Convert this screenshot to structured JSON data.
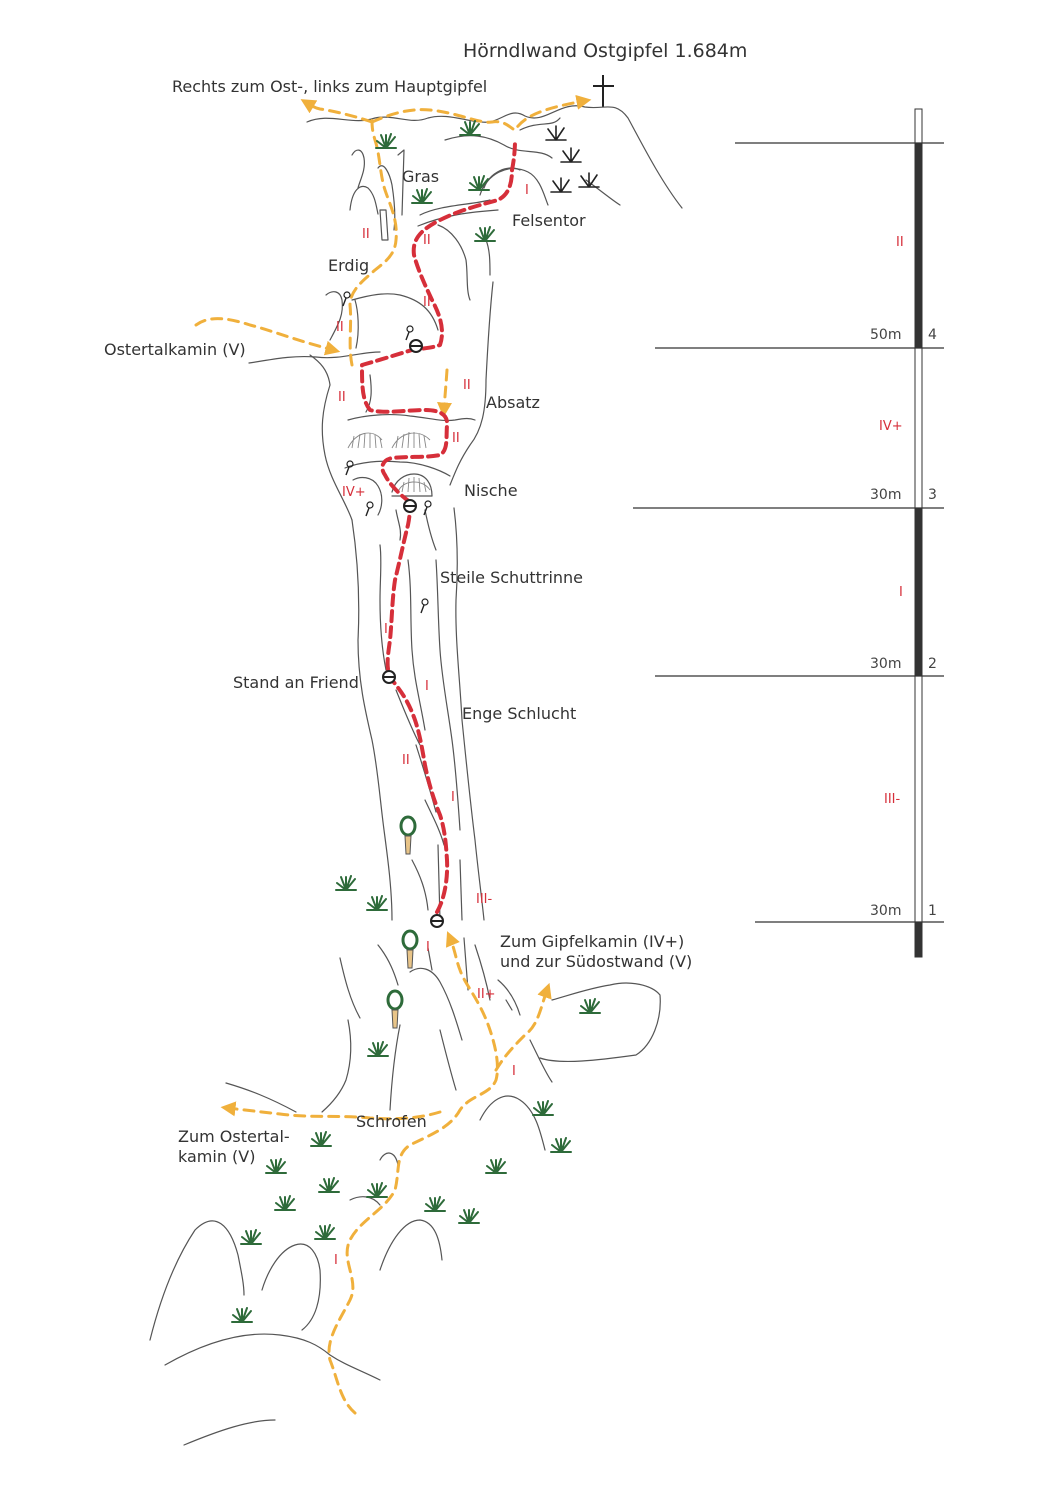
{
  "title": "Hörndlwand Ostgipfel 1.684m",
  "labels": {
    "top_exit": "Rechts zum Ost-, links zum Hauptgipfel",
    "gras": "Gras",
    "felsentor": "Felsentor",
    "erdig": "Erdig",
    "ostertalkamin": "Ostertalkamin (V)",
    "absatz": "Absatz",
    "nische": "Nische",
    "schuttrinne": "Steile Schuttrinne",
    "stand_friend": "Stand an Friend",
    "enge_schlucht": "Enge Schlucht",
    "gipfelkamin_1": "Zum Gipfelkamin (IV+)",
    "gipfelkamin_2": "und zur Südostwand (V)",
    "schrofen": "Schrofen",
    "zum_ostertal_1": "Zum Ostertal-",
    "zum_ostertal_2": "kamin (V)"
  },
  "route_grades": [
    {
      "id": "felsentor",
      "text": "I"
    },
    {
      "id": "left-upper",
      "text": "II"
    },
    {
      "id": "center-upper",
      "text": "II"
    },
    {
      "id": "center-mid",
      "text": "II"
    },
    {
      "id": "left-erdig",
      "text": "II"
    },
    {
      "id": "absatz-right",
      "text": "II"
    },
    {
      "id": "absatz-left",
      "text": "II"
    },
    {
      "id": "nische-right",
      "text": "II"
    },
    {
      "id": "nische-left",
      "text": "IV+"
    },
    {
      "id": "rinne",
      "text": "I"
    },
    {
      "id": "friend",
      "text": "I"
    },
    {
      "id": "schlucht-left",
      "text": "II"
    },
    {
      "id": "schlucht-right",
      "text": "I"
    },
    {
      "id": "p1",
      "text": "III-"
    },
    {
      "id": "base",
      "text": "I"
    },
    {
      "id": "approach",
      "text": "II+"
    },
    {
      "id": "schrofen",
      "text": "I"
    },
    {
      "id": "bottom",
      "text": "I"
    }
  ],
  "pitches": [
    {
      "number": "1",
      "length": "30m",
      "grade": "III-"
    },
    {
      "number": "2",
      "length": "30m",
      "grade": "I"
    },
    {
      "number": "3",
      "length": "30m",
      "grade": "IV+"
    },
    {
      "number": "4",
      "length": "50m",
      "grade": "II"
    }
  ],
  "colors": {
    "route": "#d62f3a",
    "approach": "#f0b03c",
    "vegetation": "#2e6b3a",
    "rock": "#555555"
  },
  "icons": [
    "summit-cross-icon",
    "belay-station-icon",
    "piton-icon",
    "tree-icon",
    "grass-icon"
  ]
}
